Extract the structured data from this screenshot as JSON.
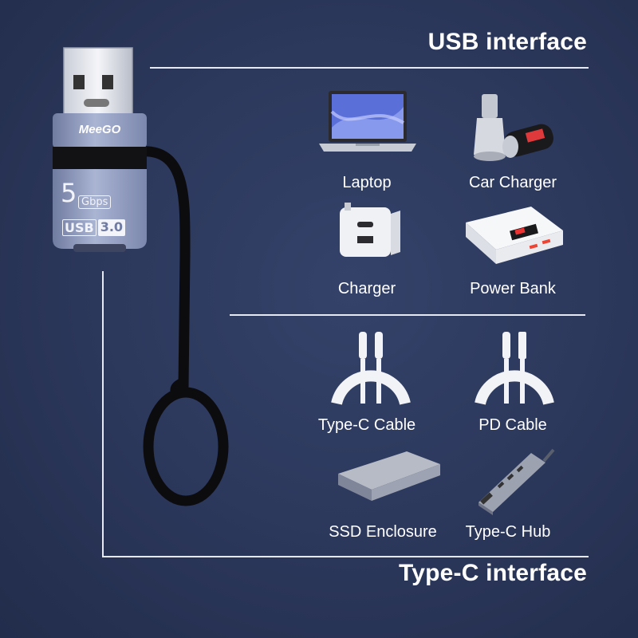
{
  "headings": {
    "usb": "USB interface",
    "typec": "Type-C interface"
  },
  "adapter": {
    "brand": "MeeGO",
    "speed_digit": "5",
    "speed_unit": "Gbps",
    "usb_version_a": "USB",
    "usb_version_b": "3.0"
  },
  "usb_devices": [
    {
      "label": "Laptop",
      "icon": "laptop-icon"
    },
    {
      "label": "Car Charger",
      "icon": "car-charger-icon"
    },
    {
      "label": "Charger",
      "icon": "charger-icon"
    },
    {
      "label": "Power Bank",
      "icon": "power-bank-icon"
    }
  ],
  "typec_devices": [
    {
      "label": "Type-C Cable",
      "icon": "type-c-cable-icon"
    },
    {
      "label": "PD Cable",
      "icon": "pd-cable-icon"
    },
    {
      "label": "SSD Enclosure",
      "icon": "ssd-enclosure-icon"
    },
    {
      "label": "Type-C Hub",
      "icon": "type-c-hub-icon"
    }
  ],
  "colors": {
    "background": "#2b375a",
    "text": "#ffffff",
    "divider": "#e6e9f2",
    "adapter_body": "#8c98bd"
  }
}
